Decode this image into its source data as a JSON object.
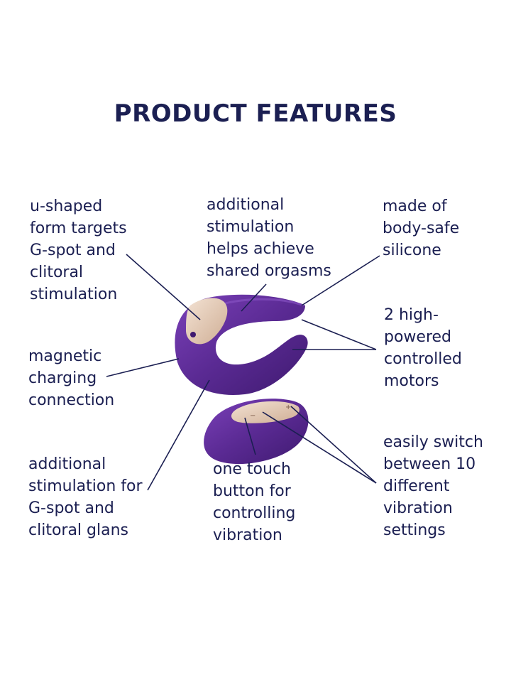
{
  "title": "PRODUCT FEATURES",
  "labels": {
    "ushaped": [
      "u-shaped",
      "form targets",
      "G-spot and",
      "clitoral",
      "stimulation"
    ],
    "shared": [
      "additional",
      "stimulation",
      "helps achieve",
      "shared orgasms"
    ],
    "silicone": [
      "made of",
      "body-safe",
      "silicone"
    ],
    "motors": [
      "2 high-",
      "powered",
      "controlled",
      "motors"
    ],
    "magnetic": [
      "magnetic",
      "charging",
      "connection"
    ],
    "gspot": [
      "additional",
      "stimulation for",
      "G-spot and",
      "clitoral glans"
    ],
    "onetouch": [
      "one touch",
      "button for",
      "controlling",
      "vibration"
    ],
    "switch": [
      "easily switch",
      "between 10",
      "different",
      "vibration",
      "settings"
    ]
  },
  "colors": {
    "text": "#1b1f52",
    "device_purple": "#5a2a93",
    "device_purple_dark": "#3f1a70",
    "button_gold": "#e6cdb8"
  }
}
